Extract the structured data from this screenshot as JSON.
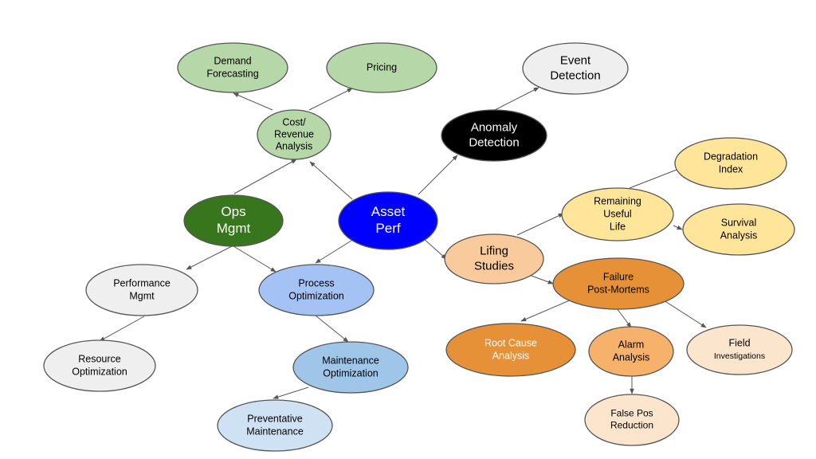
{
  "nodes": {
    "asset_perf": {
      "lines": [
        "Asset",
        "Perf"
      ],
      "fill": "#0000ff",
      "color": "#ffffff"
    },
    "ops_mgmt": {
      "lines": [
        "Ops",
        "Mgmt"
      ],
      "fill": "#38761d",
      "color": "#ffffff"
    },
    "cost_revenue": {
      "lines": [
        "Cost/",
        "Revenue",
        "Analysis"
      ],
      "fill": "#b6d7a8",
      "color": "#000000"
    },
    "demand_forecasting": {
      "lines": [
        "Demand",
        "Forecasting"
      ],
      "fill": "#b6d7a8",
      "color": "#000000"
    },
    "pricing": {
      "lines": [
        "Pricing"
      ],
      "fill": "#b6d7a8",
      "color": "#000000"
    },
    "anomaly_detection": {
      "lines": [
        "Anomaly",
        "Detection"
      ],
      "fill": "#000000",
      "color": "#ffffff"
    },
    "event_detection": {
      "lines": [
        "Event",
        "Detection"
      ],
      "fill": "#efefef",
      "color": "#000000"
    },
    "performance_mgmt": {
      "lines": [
        "Performance",
        "Mgmt"
      ],
      "fill": "#efefef",
      "color": "#000000"
    },
    "resource_optimization": {
      "lines": [
        "Resource",
        "Optimization"
      ],
      "fill": "#efefef",
      "color": "#000000"
    },
    "process_optimization": {
      "lines": [
        "Process",
        "Optimization"
      ],
      "fill": "#a4c2f4",
      "color": "#000000"
    },
    "maintenance_optimization": {
      "lines": [
        "Maintenance",
        "Optimization"
      ],
      "fill": "#9fc5e8",
      "color": "#000000"
    },
    "preventative_maintenance": {
      "lines": [
        "Preventative",
        "Maintenance"
      ],
      "fill": "#cfe2f3",
      "color": "#000000"
    },
    "lifing_studies": {
      "lines": [
        "Lifing",
        "Studies"
      ],
      "fill": "#f9cb9c",
      "color": "#000000"
    },
    "remaining_useful_life": {
      "lines": [
        "Remaining",
        "Useful",
        "Life"
      ],
      "fill": "#ffe599",
      "color": "#000000"
    },
    "degradation_index": {
      "lines": [
        "Degradation",
        "Index"
      ],
      "fill": "#ffe599",
      "color": "#000000"
    },
    "survival_analysis": {
      "lines": [
        "Survival",
        "Analysis"
      ],
      "fill": "#ffe599",
      "color": "#000000"
    },
    "failure_post_mortems": {
      "lines": [
        "Failure",
        "Post-Mortems"
      ],
      "fill": "#e69138",
      "color": "#000000"
    },
    "root_cause_analysis": {
      "lines": [
        "Root Cause",
        "Analysis"
      ],
      "fill": "#e69138",
      "color": "#ffffff"
    },
    "alarm_analysis": {
      "lines": [
        "Alarm",
        "Analysis"
      ],
      "fill": "#f6b26b",
      "color": "#000000"
    },
    "field_investigations": {
      "lines": [
        "Field",
        "Investigations"
      ],
      "fill": "#fce5cd",
      "color": "#000000"
    },
    "false_pos_reduction": {
      "lines": [
        "False Pos",
        "Reduction"
      ],
      "fill": "#fce5cd",
      "color": "#000000"
    }
  }
}
